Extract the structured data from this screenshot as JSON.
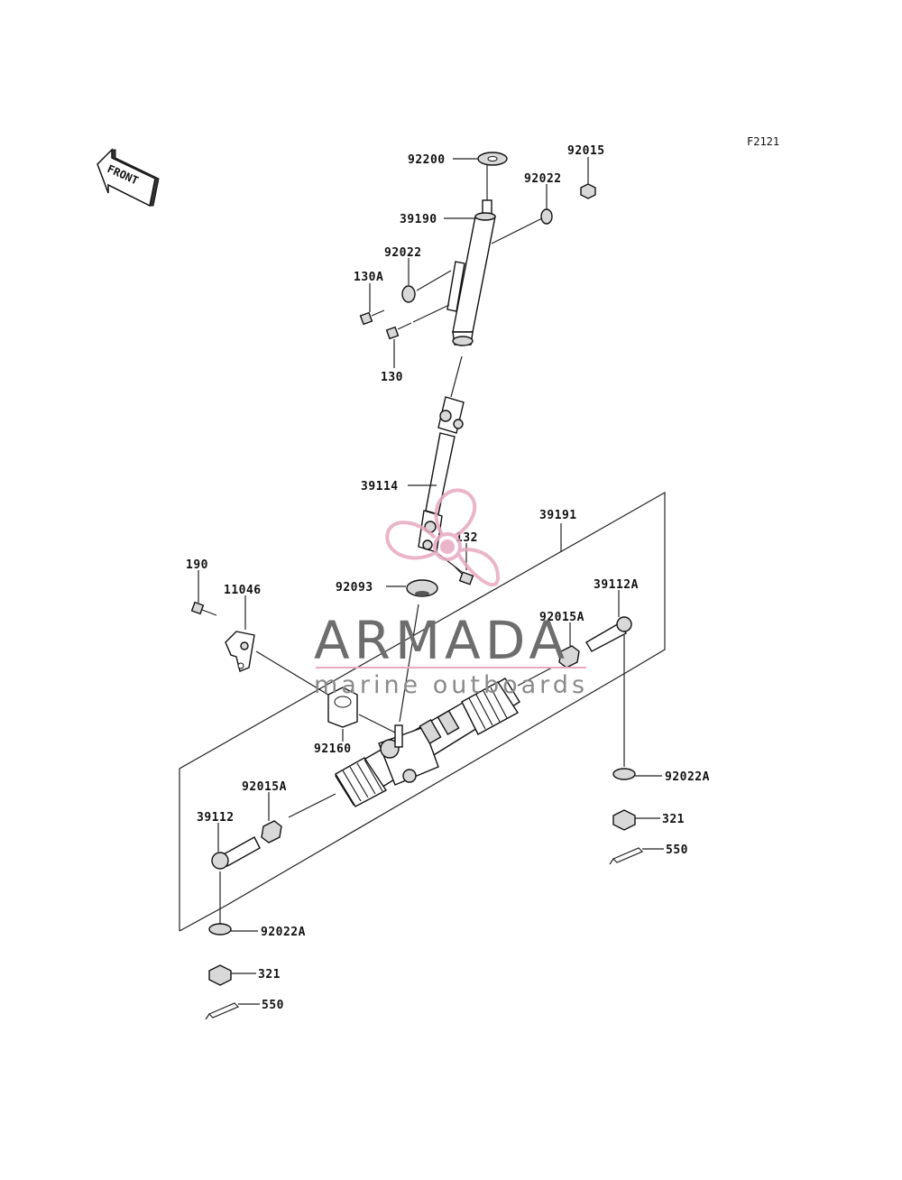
{
  "diagram": {
    "figure_code": "F2121",
    "direction_label": "FRONT",
    "parts": [
      {
        "id": "92200"
      },
      {
        "id": "92015"
      },
      {
        "id": "92022"
      },
      {
        "id": "39190"
      },
      {
        "id": "92022"
      },
      {
        "id": "130A"
      },
      {
        "id": "130"
      },
      {
        "id": "39114"
      },
      {
        "id": "39191"
      },
      {
        "id": "132"
      },
      {
        "id": "190"
      },
      {
        "id": "11046"
      },
      {
        "id": "92093"
      },
      {
        "id": "39112A"
      },
      {
        "id": "92015A"
      },
      {
        "id": "92160"
      },
      {
        "id": "92022A"
      },
      {
        "id": "321"
      },
      {
        "id": "550"
      },
      {
        "id": "92015A"
      },
      {
        "id": "39112"
      },
      {
        "id": "92022A"
      },
      {
        "id": "321"
      },
      {
        "id": "550"
      }
    ]
  },
  "watermark": {
    "brand": "ARMADA",
    "tagline": "marine outboards",
    "colors": {
      "propeller": "#e8a9c0",
      "text": "#6d6d6d",
      "rule": "#e8a9c0"
    }
  }
}
